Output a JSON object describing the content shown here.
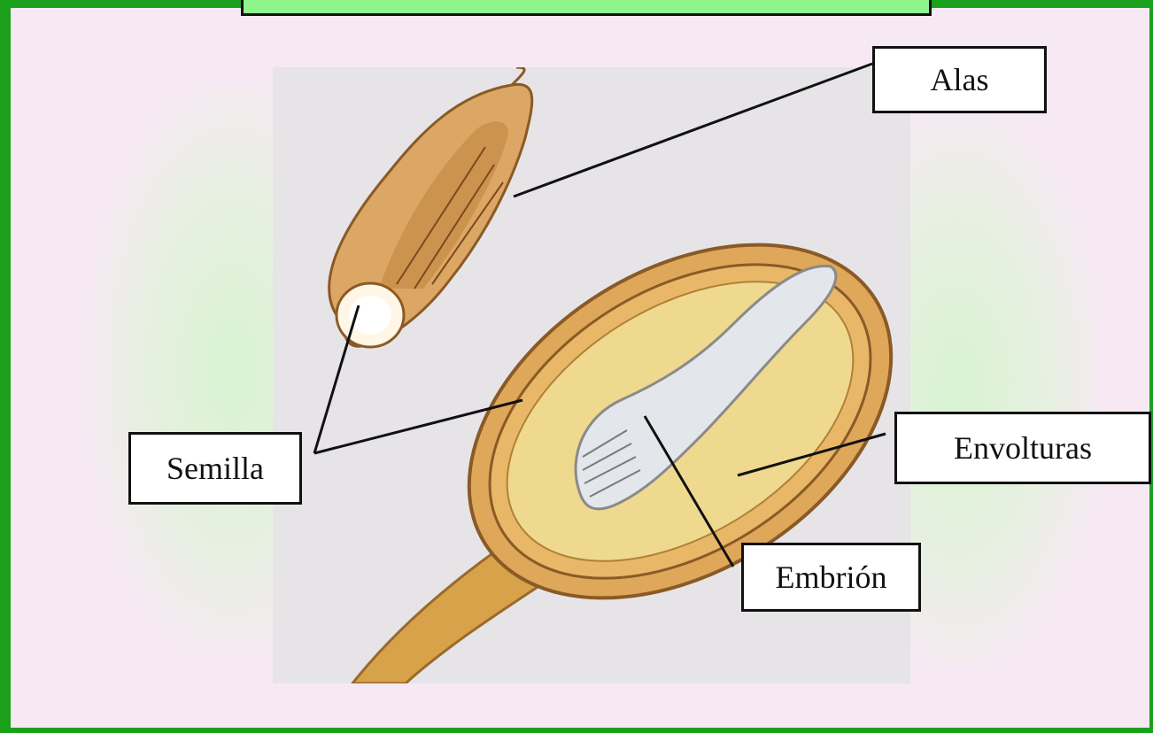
{
  "labels": {
    "alas": "Alas",
    "semilla": "Semilla",
    "envolturas": "Envolturas",
    "embrion": "Embrión"
  },
  "colors": {
    "frame_border": "#1aa01a",
    "background": "#f6e9f3",
    "title_bar": "#8ef58a",
    "seed_coat": "#d7a24a",
    "embryo": "#dfe3e8"
  }
}
